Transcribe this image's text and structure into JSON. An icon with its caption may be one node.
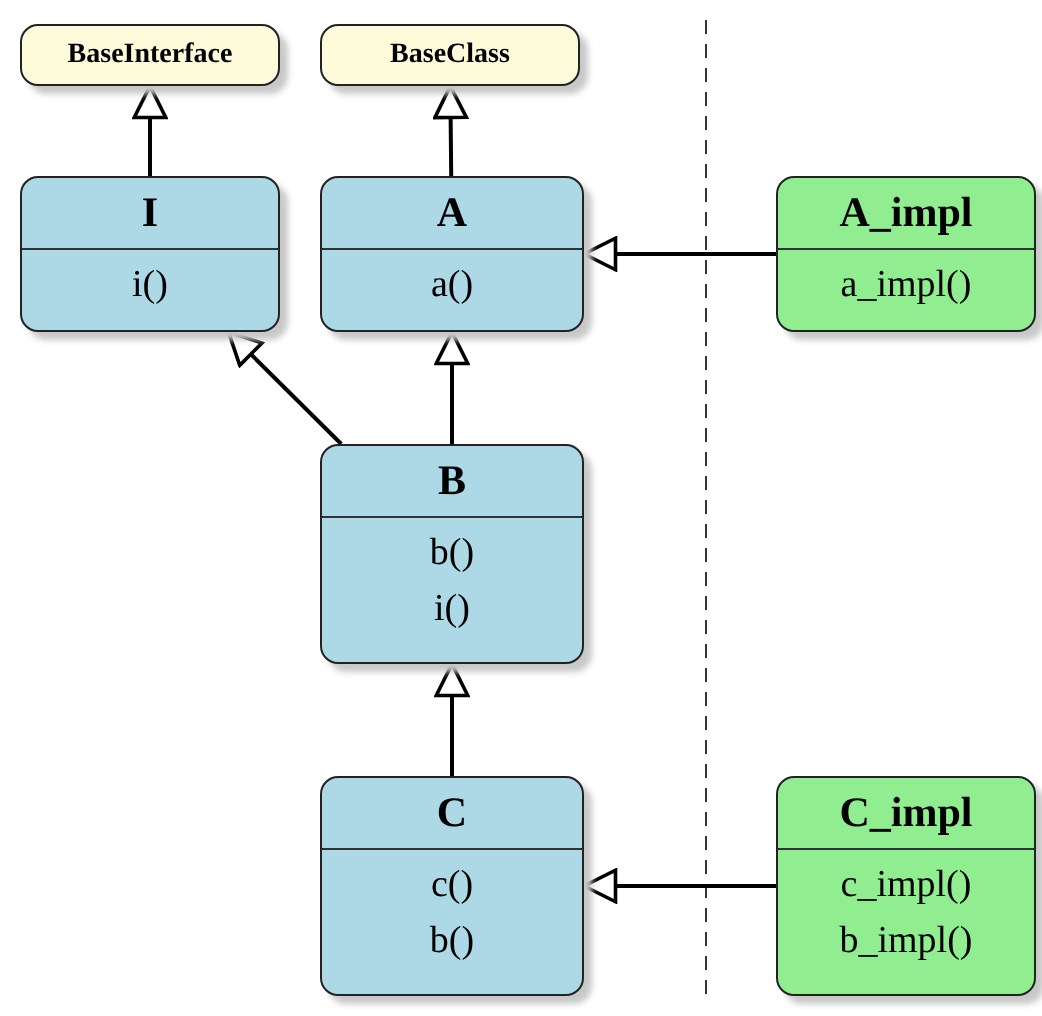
{
  "diagram": {
    "nodes": [
      {
        "text": [
          "BaseInterface"
        ]
      },
      {
        "text": [
          "BaseClass"
        ]
      },
      {
        "text": [
          "I",
          "i()"
        ]
      },
      {
        "text": [
          "A",
          "a()"
        ]
      },
      {
        "text": [
          "A_impl",
          "a_impl()"
        ]
      },
      {
        "text": [
          "B",
          "b()",
          "i()"
        ]
      },
      {
        "text": [
          "C",
          "c()",
          "b()"
        ]
      },
      {
        "text": [
          "C_impl",
          "c_impl()",
          "b_impl()"
        ]
      }
    ],
    "edges": [
      {
        "from": 2,
        "to": 0,
        "arrow": "to"
      },
      {
        "from": 3,
        "to": 1,
        "arrow": "to"
      },
      {
        "from": 4,
        "to": 3,
        "arrow": "to"
      },
      {
        "from": 5,
        "to": 2,
        "arrow": "to"
      },
      {
        "from": 5,
        "to": 3,
        "arrow": "to"
      },
      {
        "from": 6,
        "to": 5,
        "arrow": "to"
      },
      {
        "from": 7,
        "to": 6,
        "arrow": "to"
      }
    ]
  }
}
